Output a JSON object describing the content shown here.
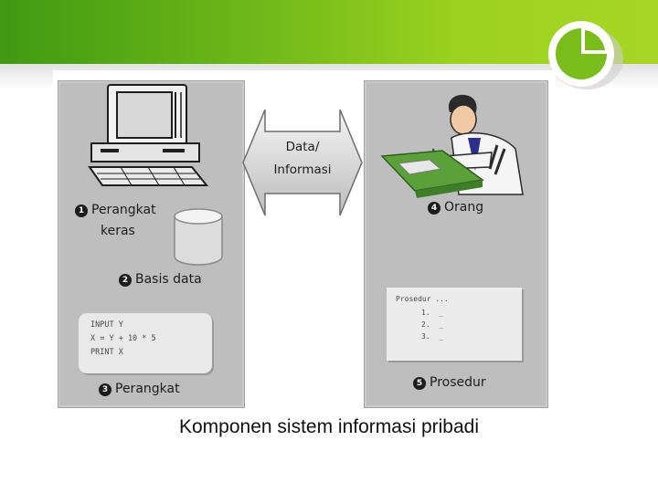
{
  "diagram": {
    "arrow_label_line1": "Data/",
    "arrow_label_line2": "Informasi",
    "components": [
      {
        "num": "1",
        "line1": "Perangkat",
        "line2": "keras"
      },
      {
        "num": "2",
        "label": "Basis data"
      },
      {
        "num": "3",
        "label": "Perangkat"
      },
      {
        "num": "4",
        "label": "Orang"
      },
      {
        "num": "5",
        "label": "Prosedur"
      }
    ],
    "code": [
      "INPUT Y",
      "X = Y + 10 * 5",
      "PRINT X"
    ],
    "procedure": {
      "title": "Prosedur ...",
      "steps": [
        "1.  _",
        "2.  _",
        "3.  _"
      ]
    }
  },
  "caption": "Komponen sistem informasi pribadi",
  "colors": {
    "header_green": "#78bd1a",
    "panel_gray": "#bebebe",
    "desk_green": "#5aa13a"
  },
  "icons": [
    "computer-icon",
    "database-icon",
    "person-at-desk-icon",
    "logo-icon"
  ]
}
